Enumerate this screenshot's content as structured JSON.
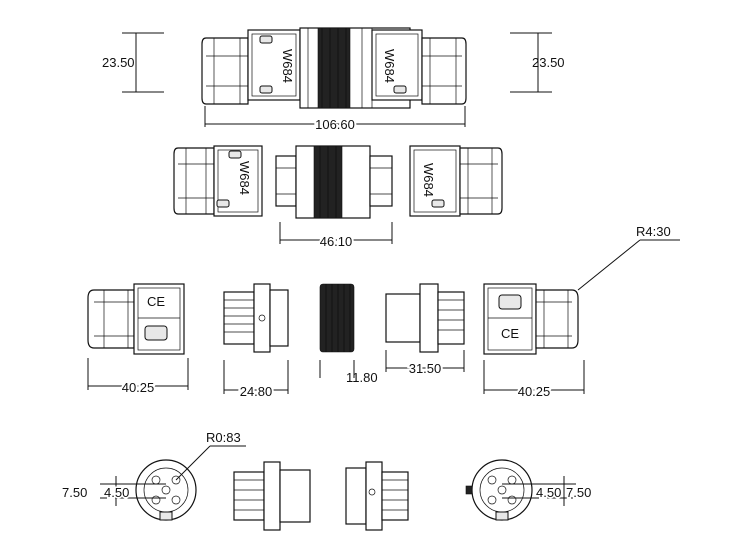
{
  "dimensions": {
    "top_left_height": "23.50",
    "top_right_height": "23.50",
    "total_length": "106.60",
    "mid_length": "46.10",
    "radius_large": "R4:30",
    "left_part_length": "40.25",
    "nut_part_length": "24.80",
    "ring_width": "11.80",
    "plug_part_length": "31.50",
    "right_part_length": "40.25",
    "radius_small": "R0:83",
    "left_face_a": "7.50",
    "left_face_b": "4.50",
    "right_face_a": "4.50",
    "right_face_b": "7.50"
  },
  "markings": {
    "model_left": "W684",
    "model_right": "W684",
    "model_mid": "W684",
    "ce_mark": "CE"
  }
}
